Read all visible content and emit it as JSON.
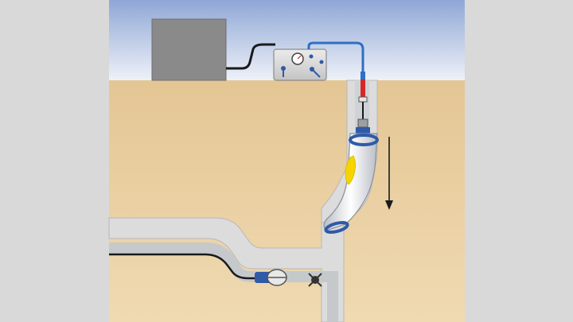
{
  "diagram": {
    "elements": [
      "background-panel",
      "sky",
      "ground",
      "control-unit",
      "pressure-box",
      "pressure-gauge-icon",
      "valve-handle-icon",
      "supply-hose",
      "shaft",
      "lateral-pipe",
      "liner-packer",
      "resin-patch",
      "lowering-direction-arrow",
      "inspection-camera",
      "lateral-cutter-robot"
    ],
    "colors": {
      "background": "#d9d9d9",
      "sky_top": "#8fa7d6",
      "sky_bottom": "#eef1f8",
      "ground": "#e7cc9b",
      "pipe_wall": "#dcdcdc",
      "pipe_interior": "#c6c9cc",
      "control_unit": "#8a8a8a",
      "pressure_box": "#d6d6d6",
      "hose_blue": "#2e6fc4",
      "hose_red": "#d62828",
      "packer_band": "#2f5aa8",
      "patch_yellow": "#f5d400",
      "cable": "#1a1a1a"
    }
  }
}
